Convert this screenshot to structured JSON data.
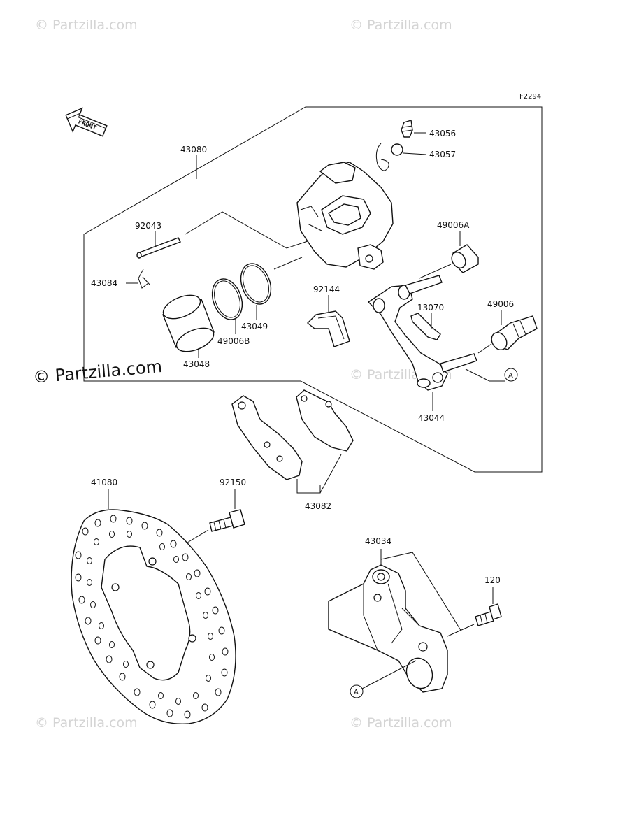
{
  "diagram_code": "F2294",
  "front_label": "FRONT",
  "ref_marker": "A",
  "watermarks": {
    "top_left": "© Partzilla.com",
    "top_right": "© Partzilla.com",
    "mid_left": "© Partzilla.com",
    "mid_center": "© Partzilla.com",
    "bottom_left": "© Partzilla.com",
    "bottom_right": "© Partzilla.com"
  },
  "parts": {
    "p43080": "43080",
    "p43056": "43056",
    "p43057": "43057",
    "p92043": "92043",
    "p49006A": "49006A",
    "p43084": "43084",
    "p92144": "92144",
    "p13070": "13070",
    "p49006": "49006",
    "p43049": "43049",
    "p49006B": "49006B",
    "p43048": "43048",
    "p43044": "43044",
    "p41080": "41080",
    "p92150": "92150",
    "p43082": "43082",
    "p43034": "43034",
    "p120": "120"
  }
}
